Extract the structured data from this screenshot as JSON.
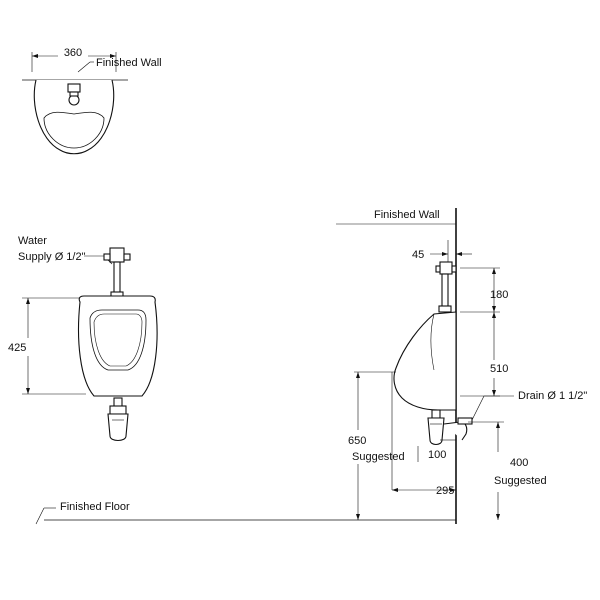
{
  "top_view": {
    "width_dim": "360",
    "finished_wall_label": "Finished Wall"
  },
  "front_view": {
    "water_label_line1": "Water",
    "water_label_line2": "Supply Ø 1/2\"",
    "height_dim": "425"
  },
  "side_view": {
    "finished_wall_label": "Finished Wall",
    "dim_45": "45",
    "dim_180": "180",
    "dim_510": "510",
    "drain_label": "Drain Ø 1 1/2\"",
    "dim_650": "650",
    "suggested_650": "Suggested",
    "dim_100": "100",
    "dim_400": "400",
    "suggested_400": "Suggested",
    "dim_295": "295"
  },
  "floor": {
    "finished_floor_label": "Finished Floor"
  }
}
